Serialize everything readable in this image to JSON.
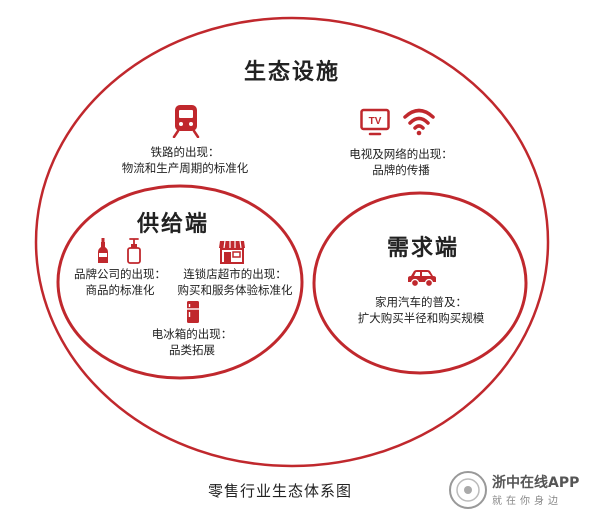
{
  "diagram": {
    "outer": {
      "title": "生态设施",
      "rail_note": [
        "铁路的出现：",
        "物流和生产周期的标准化"
      ],
      "network_note": [
        "电视及网络的出现：",
        "品牌的传播"
      ],
      "tv_label": "TV"
    },
    "supply": {
      "title": "供给端",
      "brand_note": [
        "品牌公司的出现：",
        "商品的标准化"
      ],
      "chain_note": [
        "连锁店超市的出现：",
        "购买和服务体验标准化"
      ],
      "fridge_note": [
        "电冰箱的出现：",
        "品类拓展"
      ]
    },
    "demand": {
      "title": "需求端",
      "car_note": [
        "家用汽车的普及：",
        "扩大购买半径和购买规模"
      ]
    },
    "caption": "零售行业生态体系图"
  },
  "watermark": {
    "name": "浙中在线APP",
    "slogan": "就在你身边"
  },
  "colors": {
    "accent": "#c0282d",
    "text": "#222222"
  }
}
